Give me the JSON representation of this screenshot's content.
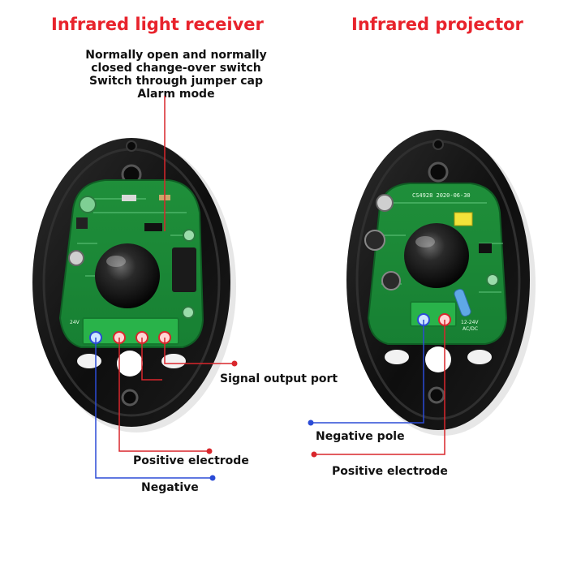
{
  "titles": {
    "receiver": "Infrared light receiver",
    "projector": "Infrared projector"
  },
  "switch_note": {
    "line1": "Normally open and normally",
    "line2": "closed change-over switch",
    "line3": "Switch through jumper cap",
    "line4": "Alarm mode"
  },
  "labels": {
    "signal_output": "Signal output port",
    "positive_left": "Positive electrode",
    "negative_left": "Negative",
    "negative_pole": "Negative pole",
    "positive_right": "Positive electrode"
  },
  "board_text": {
    "pcb_code": "CS4928 2020-06-30",
    "voltage": "12-24V",
    "acdc": "AC/DC",
    "v24": "24V"
  },
  "colors": {
    "title_red": "#e8232c",
    "leader_red": "#d9262c",
    "leader_blue": "#2b4bd6",
    "housing": "#141414",
    "pcb": "#1f9a3c"
  }
}
